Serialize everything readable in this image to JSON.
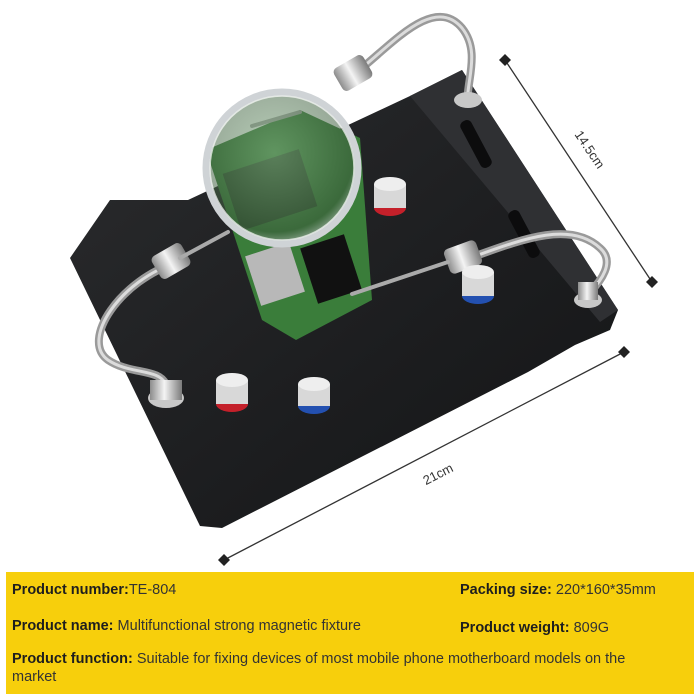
{
  "dimensions": {
    "depth": "14.5cm",
    "width": "21cm"
  },
  "product": {
    "number_label": "Product number:",
    "number_value": "TE-804",
    "packing_label": "Packing size:",
    "packing_value": "220*160*35mm",
    "name_label": "Product name:",
    "name_value": "Multifunctional strong magnetic fixture",
    "weight_label": "Product weight:",
    "weight_value": "809G",
    "function_label": "Product function:",
    "function_value": "Suitable for fixing devices of most mobile phone motherboard models on the market"
  },
  "colors": {
    "panel": "#f7cf0c",
    "plate": "#222325",
    "pcb": "#3a7d3a",
    "magnet_red": "#c4202a",
    "magnet_blue": "#2350b0"
  }
}
